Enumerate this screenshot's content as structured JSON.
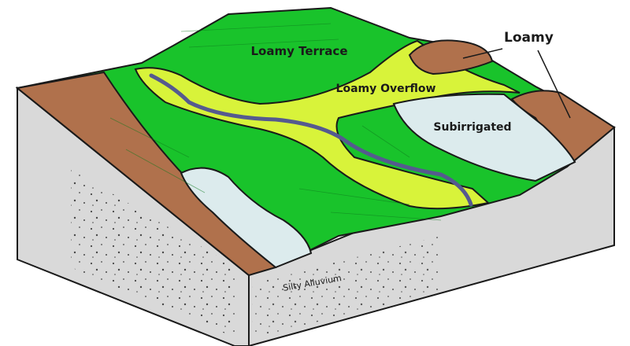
{
  "labels": {
    "loamy_terrace": "Loamy Terrace",
    "loamy_overflow": "Loamy Overflow",
    "loamy": "Loamy",
    "subirrigated": "Subirrigated",
    "silty_alluvium": "Silty Alluvium"
  },
  "colors": {
    "terrace_green": "#19c32b",
    "overflow_yellow": "#d8f33a",
    "loamy_brown": "#b0714c",
    "subirrigated_pale": "#dcebed",
    "alluvium_gray": "#d9d9d9",
    "stream_blue": "#555a8f",
    "outline": "#1a1a1a"
  }
}
